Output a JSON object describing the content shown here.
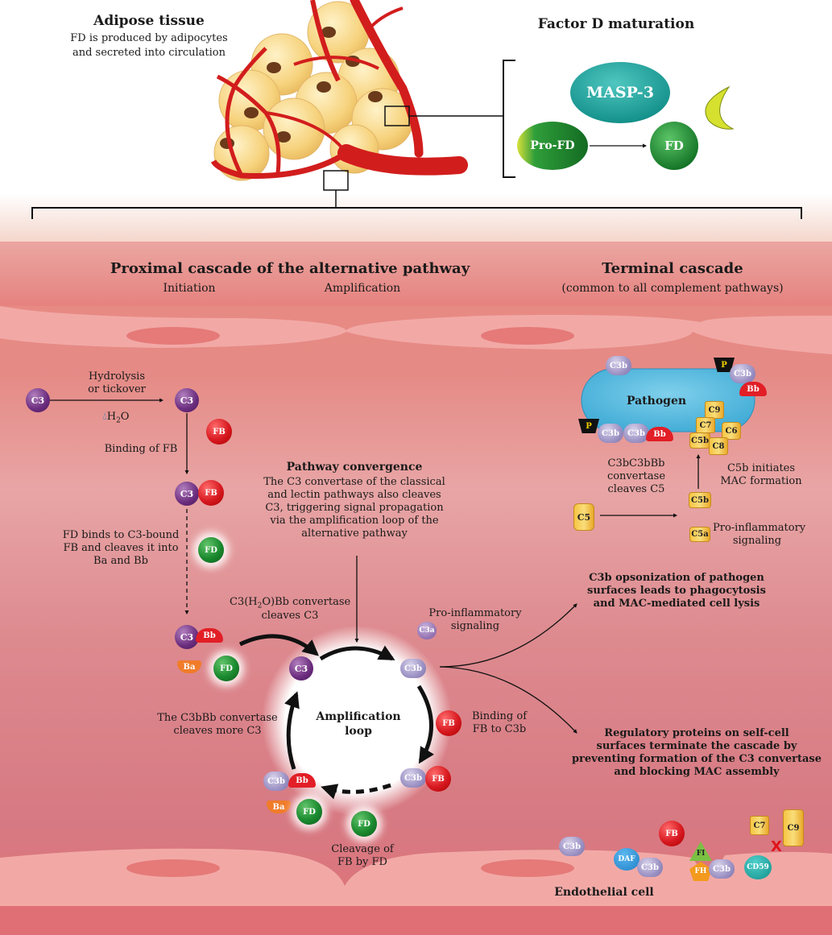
{
  "adipose": {
    "title": "Adipose tissue",
    "desc_line1": "FD is produced by adipocytes",
    "desc_line2": "and secreted into circulation"
  },
  "maturation": {
    "title": "Factor D maturation",
    "masp3": "MASP-3",
    "profd": "Pro-FD",
    "fd": "FD"
  },
  "proximal": {
    "title": "Proximal cascade of the alternative pathway",
    "initiation": "Initiation",
    "amplification": "Amplification"
  },
  "terminal": {
    "title": "Terminal cascade",
    "subtitle": "(common to all complement pathways)"
  },
  "initiation": {
    "c3": "C3",
    "hydrolysis_1": "Hydrolysis",
    "hydrolysis_2": "or tickover",
    "h2o_h": "H",
    "h2o_sub": "2",
    "h2o_o": "O",
    "binding_fb": "Binding of FB",
    "fb": "FB",
    "fd_binds_1": "FD binds to C3-bound",
    "fd_binds_2": "FB and cleaves it into",
    "fd_binds_3": "Ba and Bb",
    "fd": "FD",
    "bb": "Bb",
    "ba": "Ba",
    "conv_1_a": "C3(H",
    "conv_1_sub": "2",
    "conv_1_b": "O)Bb convertase",
    "conv_2": "cleaves C3"
  },
  "convergence": {
    "title": "Pathway convergence",
    "l1": "The C3 convertase of the classical",
    "l2": "and lectin pathways also cleaves",
    "l3": "C3, triggering signal propagation",
    "l4": "via the amplification loop of the",
    "l5": "alternative pathway"
  },
  "loop": {
    "title_1": "Amplification",
    "title_2": "loop",
    "c3": "C3",
    "c3b": "C3b",
    "c3a": "C3a",
    "proinf_1": "Pro-inflammatory",
    "proinf_2": "signaling",
    "fb": "FB",
    "binding_1": "Binding of",
    "binding_2": "FB to C3b",
    "bb": "Bb",
    "ba": "Ba",
    "fd": "FD",
    "cleavage_1": "Cleavage of",
    "cleavage_2": "FB by FD",
    "more_1": "The C3bBb convertase",
    "more_2": "cleaves more C3"
  },
  "pathogen": {
    "label": "Pathogen",
    "c3b": "C3b",
    "bb": "Bb",
    "p": "P",
    "c9": "C9",
    "c7": "C7",
    "c6": "C6",
    "c5b": "C5b",
    "c8": "C8",
    "conv_1": "C3bC3bBb",
    "conv_2": "convertase",
    "conv_3": "cleaves C5",
    "mac_1": "C5b initiates",
    "mac_2": "MAC formation",
    "c5": "C5",
    "c5a": "C5a",
    "proinf_1": "Pro-inflammatory",
    "proinf_2": "signaling"
  },
  "opsonization": {
    "l1": "C3b opsonization of pathogen",
    "l2": "surfaces leads to phagocytosis",
    "l3": "and MAC-mediated cell lysis"
  },
  "regulatory": {
    "l1": "Regulatory proteins on self-cell",
    "l2": "surfaces terminate the cascade by",
    "l3": "preventing formation of the C3 convertase",
    "l4": "and blocking MAC assembly"
  },
  "endothelial": {
    "label": "Endothelial cell",
    "c3b": "C3b",
    "daf": "DAF",
    "fb": "FB",
    "fi": "FI",
    "fh": "FH",
    "cd59": "CD59",
    "c7": "C7",
    "c9": "C9",
    "x": "X"
  }
}
